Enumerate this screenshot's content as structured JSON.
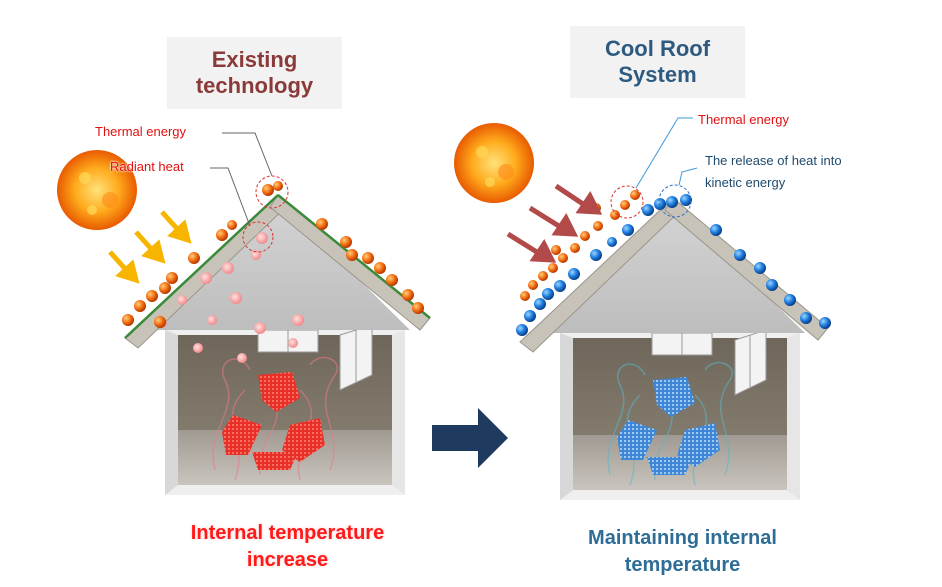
{
  "left_panel": {
    "title_line1": "Existing",
    "title_line2": "technology",
    "label_thermal": "Thermal energy",
    "label_radiant": "Radiant heat",
    "caption_line1": "Internal temperature",
    "caption_line2": "increase"
  },
  "right_panel": {
    "title_line1": "Cool Roof",
    "title_line2": "System",
    "label_thermal": "Thermal energy",
    "label_release_line1": "The release of heat into",
    "label_release_line2": "kinetic energy",
    "caption_line1": "Maintaining internal",
    "caption_line2": "temperature"
  },
  "colors": {
    "left_title": "#8b3a3a",
    "right_title": "#2e5a80",
    "hot_accent": "#ff1a1a",
    "cool_accent": "#2e6d96",
    "transition_arrow": "#1f3a5f"
  },
  "icons": {
    "transition": "arrow-right-icon",
    "sun": "sun-icon",
    "recycle": "recycle-icon"
  }
}
